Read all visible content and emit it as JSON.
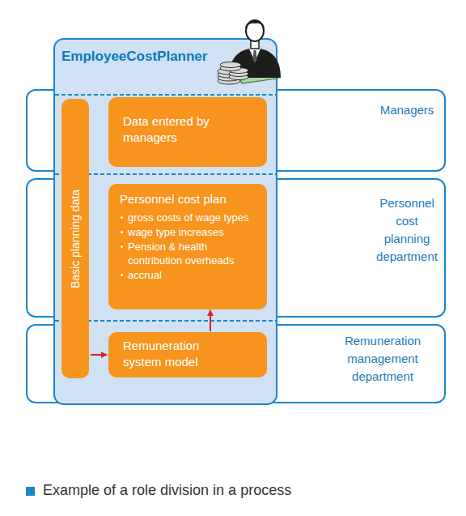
{
  "diagram": {
    "caption": "Example of a role division in a process",
    "nodes": [
      {
        "text": [
          "EmployeeCostPlanner"
        ]
      },
      {
        "text": [
          "Managers"
        ]
      },
      {
        "text": [
          "Personnel cost planning department"
        ]
      },
      {
        "text": [
          "Remuneration management department"
        ]
      },
      {
        "text": [
          "Basic planning data"
        ],
        "in": 0
      },
      {
        "text": [
          "Data entered by managers"
        ],
        "in": 0
      },
      {
        "text": [
          "Personnel cost plan",
          "gross costs of wage types",
          "wage type increases",
          "Pension & health contribution overheads",
          "accrual"
        ],
        "in": 0
      },
      {
        "text": [
          "Remuneration system model"
        ],
        "in": 0
      }
    ],
    "edges": [
      {
        "from": 4,
        "to": 7,
        "arrow": "to"
      },
      {
        "from": 7,
        "to": 6,
        "arrow": "to"
      }
    ]
  }
}
